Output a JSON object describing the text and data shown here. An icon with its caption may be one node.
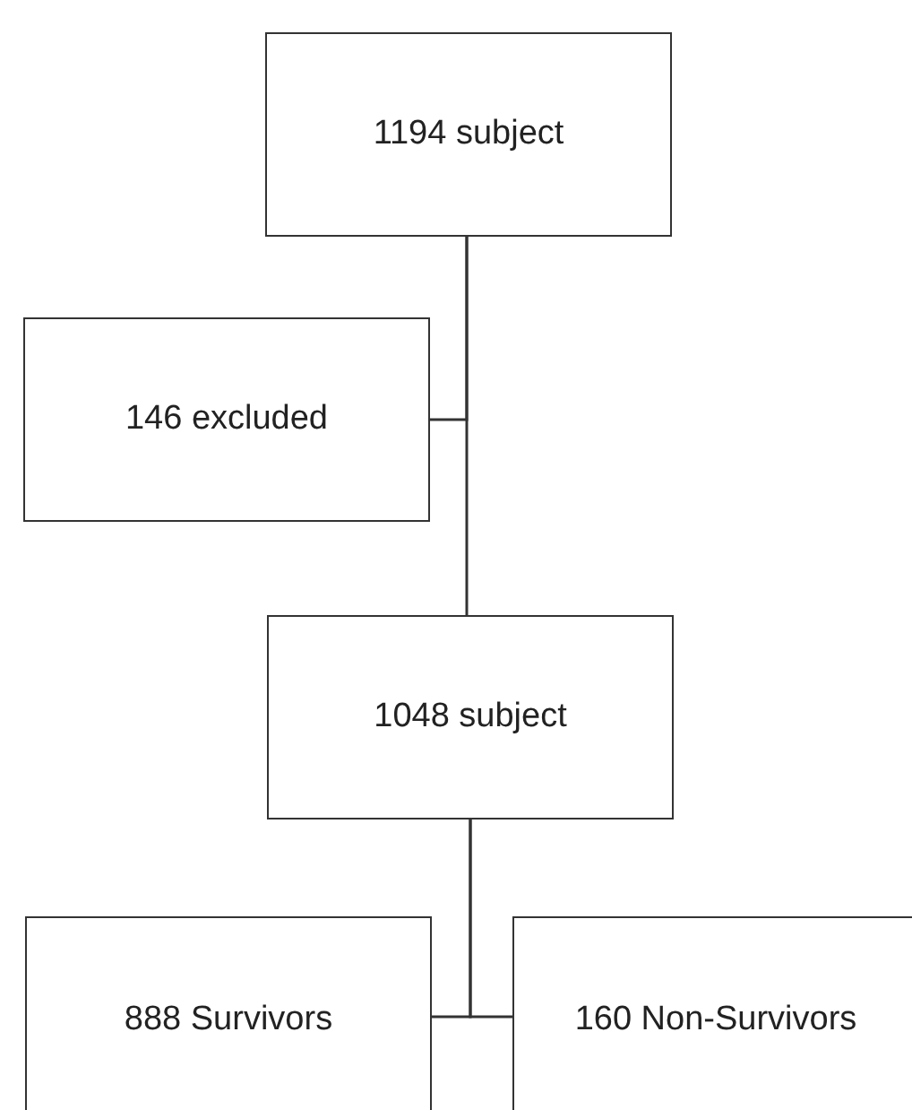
{
  "diagram": {
    "nodes": [
      {
        "text": [
          "1194 subject"
        ]
      },
      {
        "text": [
          "146 excluded"
        ]
      },
      {
        "text": [
          "1048 subject"
        ]
      },
      {
        "text": [
          "888 Survivors"
        ]
      },
      {
        "text": [
          "160 Non-Survivors"
        ]
      }
    ],
    "edges": [
      {
        "from": 0,
        "to": 2,
        "arrow": "none"
      },
      {
        "from": 0,
        "to": 1,
        "arrow": "none"
      },
      {
        "from": 2,
        "to": 3,
        "arrow": "none"
      },
      {
        "from": 2,
        "to": 4,
        "arrow": "none"
      }
    ]
  }
}
